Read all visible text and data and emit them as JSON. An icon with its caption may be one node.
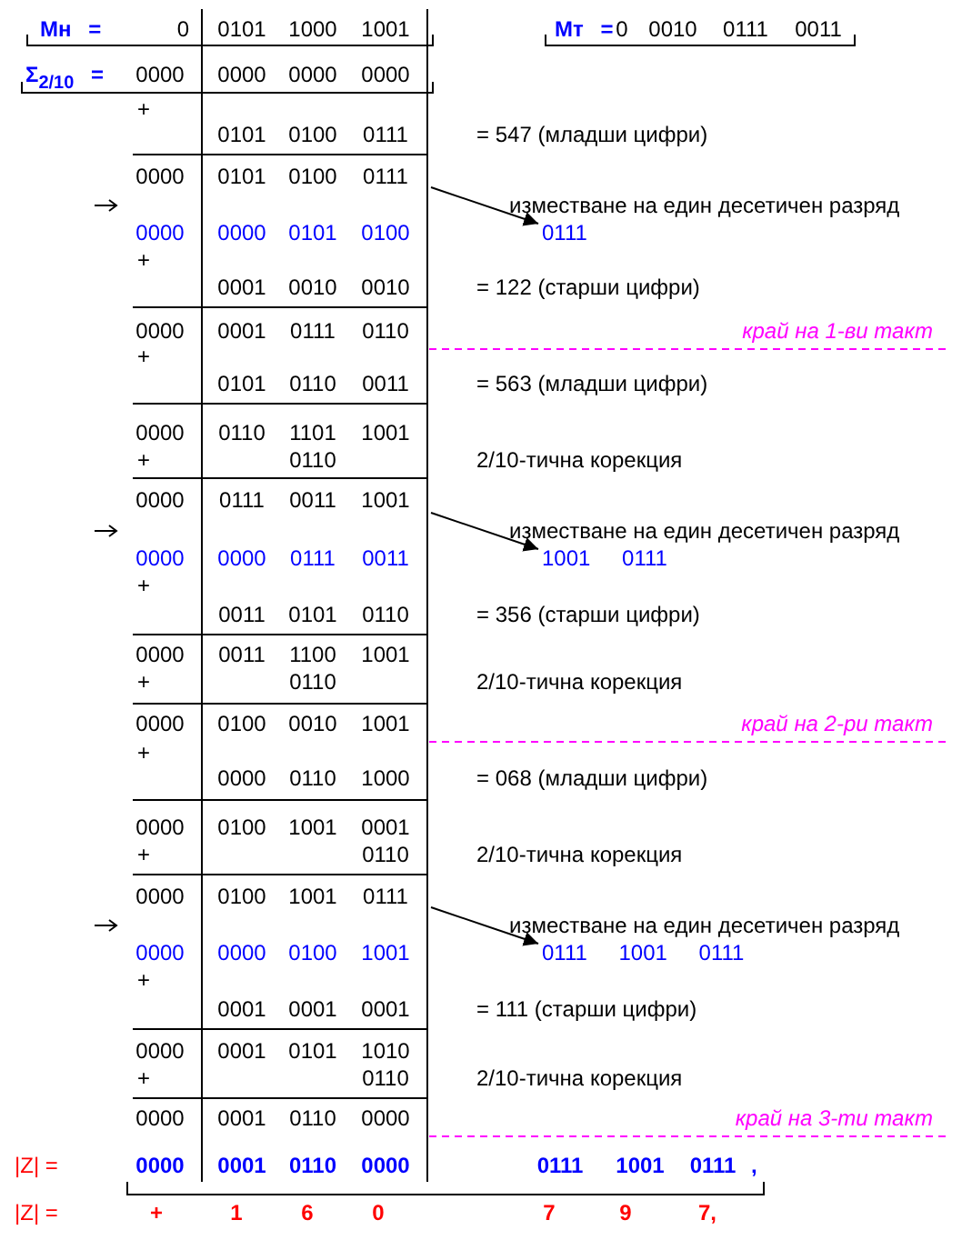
{
  "diagram": {
    "nodes": [
      {
        "text": [
          "0111"
        ]
      },
      {
        "text": [
          "1001 0111"
        ]
      },
      {
        "text": [
          "0111 1001 0111"
        ]
      }
    ],
    "edges": [
      {
        "from": null,
        "to": 0,
        "arrow": "to"
      },
      {
        "from": null,
        "to": 1,
        "arrow": "to"
      },
      {
        "from": null,
        "to": 2,
        "arrow": "to"
      }
    ],
    "labels": [
      "Мн =",
      "0",
      "0101",
      "1000",
      "1001",
      "Мт =",
      "0",
      "0010",
      "0111",
      "0011",
      "Σ$_{2/10}$ =",
      "0000",
      "0000",
      "0000",
      "0000",
      "+",
      "0101",
      "0100",
      "0111",
      "= 547 (младши цифри)",
      "0000",
      "0101",
      "0100",
      "0111",
      "изместване на един десетичен разряд",
      "0000",
      "0000",
      "0101",
      "0100",
      "+",
      "0001",
      "0010",
      "0010",
      "= 122 (старши цифри)",
      "0000",
      "0001",
      "0111",
      "0110",
      "край на 1-ви такт",
      "+",
      "0101",
      "0110",
      "0011",
      "= 563 (младши цифри)",
      "0000",
      "0110",
      "1101",
      "1001",
      "+",
      "0110",
      "2/10-тична корекция",
      "0000",
      "0111",
      "0011",
      "1001",
      "изместване на един десетичен разряд",
      "0000",
      "0000",
      "0111",
      "0011",
      "+",
      "0011",
      "0101",
      "0110",
      "= 356 (старши цифри)",
      "0000",
      "0011",
      "1100",
      "1001",
      "+",
      "0110",
      "2/10-тична корекция",
      "0000",
      "0100",
      "0010",
      "1001",
      "край на 2-ри такт",
      "+",
      "0000",
      "0110",
      "1000",
      "= 068 (младши цифри)",
      "0000",
      "0100",
      "1001",
      "0001",
      "+",
      "0110",
      "2/10-тична корекция",
      "0000",
      "0100",
      "1001",
      "0111",
      "изместване на един десетичен разряд",
      "0000",
      "0000",
      "0100",
      "1001",
      "+",
      "0001",
      "0001",
      "0001",
      "= 111 (старши цифри)",
      "0000",
      "0001",
      "0101",
      "1010",
      "+",
      "0110",
      "2/10-тична корекция",
      "0000",
      "0001",
      "0110",
      "0000",
      "край на 3-ти такт",
      "|Z| =",
      "0000",
      "0001",
      "0110",
      "0000",
      "0111",
      "1001",
      "0111",
      ",",
      "|Z| =",
      "+",
      "1",
      "6",
      "0",
      "7",
      "9",
      "7,"
    ]
  }
}
